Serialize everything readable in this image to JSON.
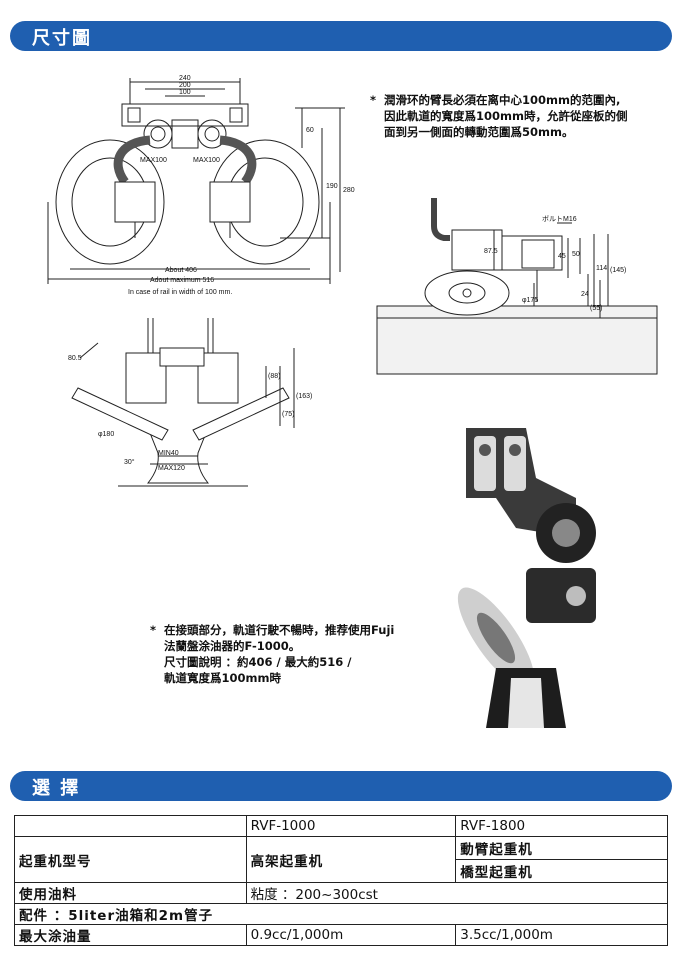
{
  "sections": {
    "dimensions_title": "尺寸圖",
    "selection_title": "選 擇"
  },
  "drawing1": {
    "dim_240": "240",
    "dim_200": "200",
    "dim_100": "100",
    "dim_60": "60",
    "dim_190": "190",
    "dim_280": "280",
    "max100_left": "MAX100",
    "max100_right": "MAX100",
    "about_406": "About 406",
    "about_max_516": "Adout maximum 516",
    "rail_caption": "In case of rail in width of 100 mm."
  },
  "drawing2": {
    "bolt": "ボルトM16",
    "dim_875": "87.5",
    "dim_45": "45",
    "dim_50": "50",
    "dim_24": "24",
    "dim_114": "114",
    "dim_145": "(145)",
    "dim_55": "(55)",
    "dim_175": "φ175"
  },
  "drawing3": {
    "dim_805": "80.5",
    "dim_88": "(88)",
    "dim_75": "(75)",
    "dim_163": "(163)",
    "dim_180": "φ180",
    "dim_30": "30°",
    "min40": "MIN40",
    "max120": "MAX120"
  },
  "notes": {
    "note1": {
      "star": "*",
      "lines": [
        "潤滑环的臂長必須在离中心100mm的范圍內,",
        "因此軌道的寬度爲100mm時，允許從座板的側",
        "面到另一側面的轉動范圍爲50mm。"
      ]
    },
    "note2": {
      "star": "*",
      "lines": [
        "在接頭部分，軌道行駛不暢時，推荐使用Fuji",
        "法蘭盤涂油器的F-1000。",
        "尺寸圖說明 ：約406 / 最大約516 /",
        "軌道寬度爲100mm時"
      ]
    }
  },
  "table": {
    "header": [
      "",
      "RVF-1000",
      "RVF-1800"
    ],
    "crane_label": "起重机型号",
    "crane_1000": "高架起重机",
    "crane_1800_a": "動臂起重机",
    "crane_1800_b": "橋型起重机",
    "oil_label": "使用油料",
    "oil_value": "粘度 ：200~300cst",
    "accessory": "配件 ：5liter油箱和2m管子",
    "max_label": "最大涂油量",
    "max_1000": "0.9cc/1,000m",
    "max_1800": "3.5cc/1,000m"
  },
  "colors": {
    "section_bar": "#1f5fb0",
    "line": "#222222"
  }
}
